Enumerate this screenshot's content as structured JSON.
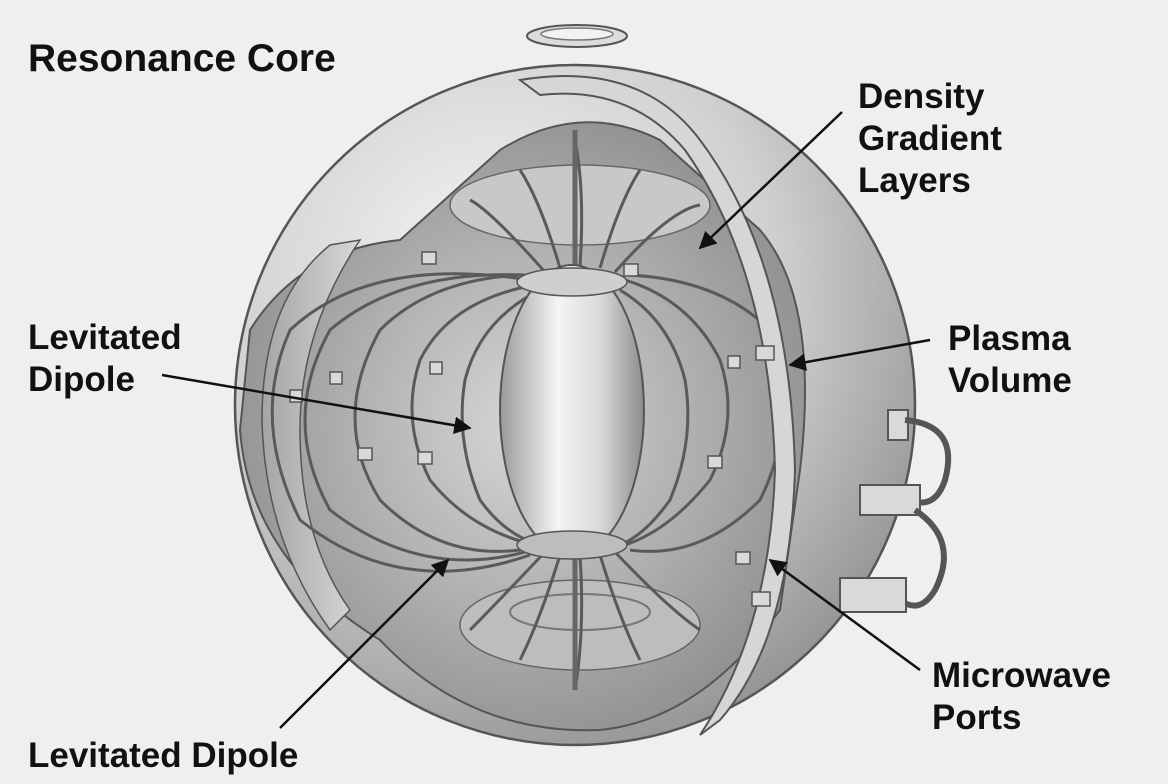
{
  "title": "Resonance Core",
  "labels": {
    "density_gradient": [
      "Density",
      "Gradient",
      "Layers"
    ],
    "levitated_dipole_upper": [
      "Levitated",
      "Dipole"
    ],
    "plasma_volume": [
      "Plasma",
      "Volume"
    ],
    "microwave_ports": [
      "Microwave",
      "Ports"
    ],
    "levitated_dipole_lower": "Levitated Dipole"
  },
  "colors": {
    "background": "#efefef",
    "shell": "#cfcfcf",
    "outline": "#555555",
    "text": "#111111",
    "dark_interior": "#9a9a9a"
  }
}
